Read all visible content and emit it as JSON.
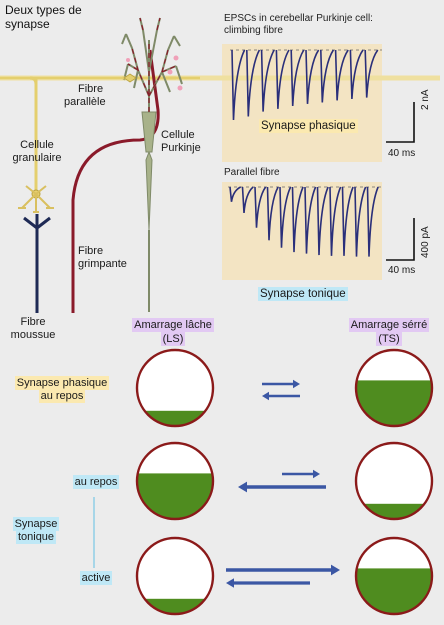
{
  "title": {
    "line1": "Deux types de",
    "line2": "synapse"
  },
  "anatomy": {
    "fibre_parallele": [
      "Fibre",
      "parallèle"
    ],
    "cellule_granulaire": [
      "Cellule",
      "granulaire"
    ],
    "cellule_purkinje": [
      "Cellule",
      "Purkinje"
    ],
    "fibre_grimpante": [
      "Fibre",
      "grimpante"
    ],
    "fibre_moussue": [
      "Fibre",
      "moussue"
    ]
  },
  "traces": {
    "climbing": {
      "header": [
        "EPSCs in cerebellar Purkinje cell:",
        "climbing fibre"
      ],
      "label": "Synapse phasique",
      "scale_y": "2 nA",
      "scale_x": "40 ms",
      "amplitudes": [
        1.0,
        0.95,
        0.88,
        0.84,
        0.8,
        0.77,
        0.75,
        0.72,
        0.7,
        0.68
      ]
    },
    "parallel": {
      "header": "Parallel fibre",
      "label": "Synapse tonique",
      "scale_y": "400 pA",
      "scale_x": "40 ms",
      "amplitudes": [
        0.2,
        0.35,
        0.55,
        0.72,
        0.82,
        0.88,
        0.9,
        0.92,
        0.93,
        0.93,
        0.94,
        0.94
      ]
    }
  },
  "docking": {
    "col_left": [
      "Amarrage lâche",
      "(LS)"
    ],
    "col_right": [
      "Amarrage sérré",
      "(TS)"
    ],
    "row1_label": [
      "Synapse phasique",
      "au repos"
    ],
    "tonic_label": [
      "Synapse",
      "tonique"
    ],
    "row2_label": "au repos",
    "row3_label": "active",
    "fills": {
      "row1": {
        "left": 0.2,
        "right": 0.6
      },
      "row2": {
        "left": 0.6,
        "right": 0.2
      },
      "row3": {
        "left": 0.2,
        "right": 0.6
      }
    }
  },
  "colors": {
    "green": "#4f8c1f",
    "circle_outline": "#8b1a1a",
    "arrow": "#3b57a4",
    "trace": "#2a2f7a",
    "fibre_red": "#8a1a2a",
    "parallel_fibre": "#e9d77a",
    "mossy_fibre": "#1e2a55",
    "purkinje": "#9aa78a",
    "granule": "#e8d070"
  }
}
